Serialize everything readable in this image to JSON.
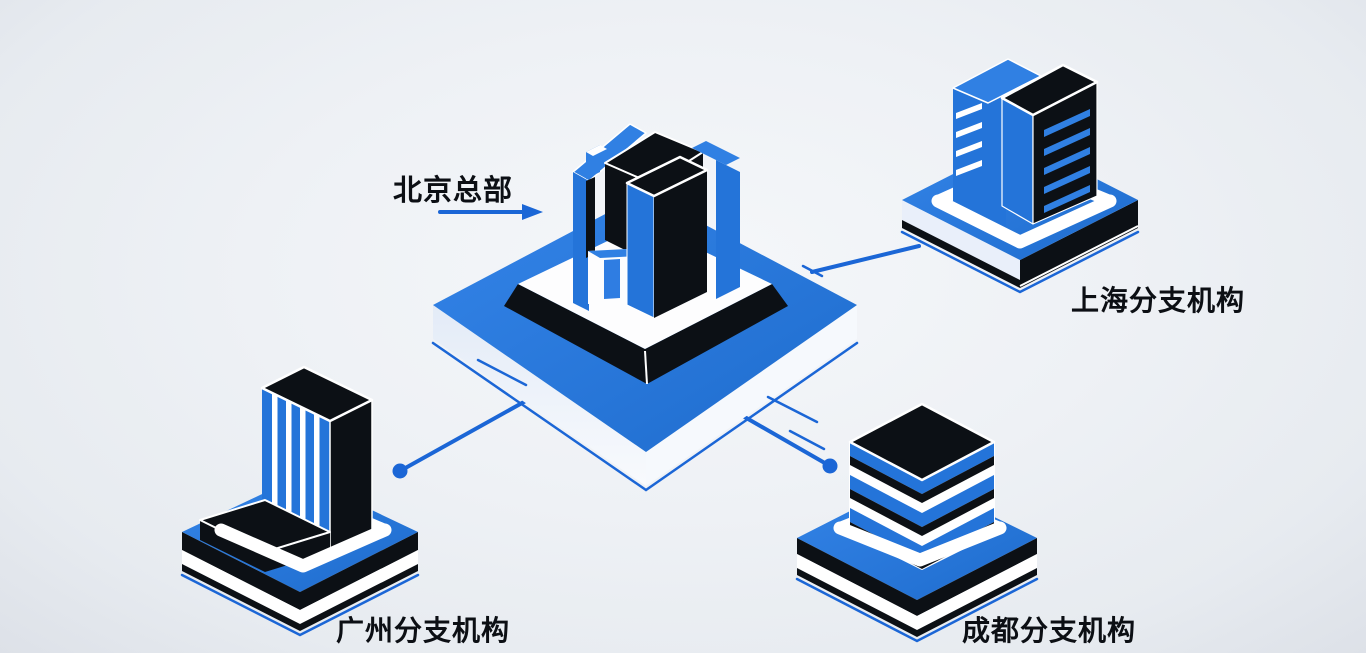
{
  "diagram": {
    "type": "isometric-network-topology",
    "hub": {
      "id": "beijing",
      "label": "北京总部",
      "role": "headquarters"
    },
    "branches": [
      {
        "id": "shanghai",
        "label": "上海分支机构"
      },
      {
        "id": "guangzhou",
        "label": "广州分支机构"
      },
      {
        "id": "chengdu",
        "label": "成都分支机构"
      }
    ],
    "connections": [
      {
        "from": "北京总部",
        "to": "上海分支机构"
      },
      {
        "from": "北京总部",
        "to": "广州分支机构"
      },
      {
        "from": "北京总部",
        "to": "成都分支机构"
      }
    ]
  },
  "labels": {
    "hub": "北京总部",
    "shanghai": "上海分支机构",
    "guangzhou": "广州分支机构",
    "chengdu": "成都分支机构"
  },
  "colors": {
    "blue": "#2474d9",
    "blue-bright": "#3080e3",
    "black": "#0c1015",
    "line": "#1b66d6",
    "panel-light": "#e9effa",
    "panel-lighter": "#f6f9fd",
    "door": "#2f7de2",
    "label": "#0c0f14"
  }
}
